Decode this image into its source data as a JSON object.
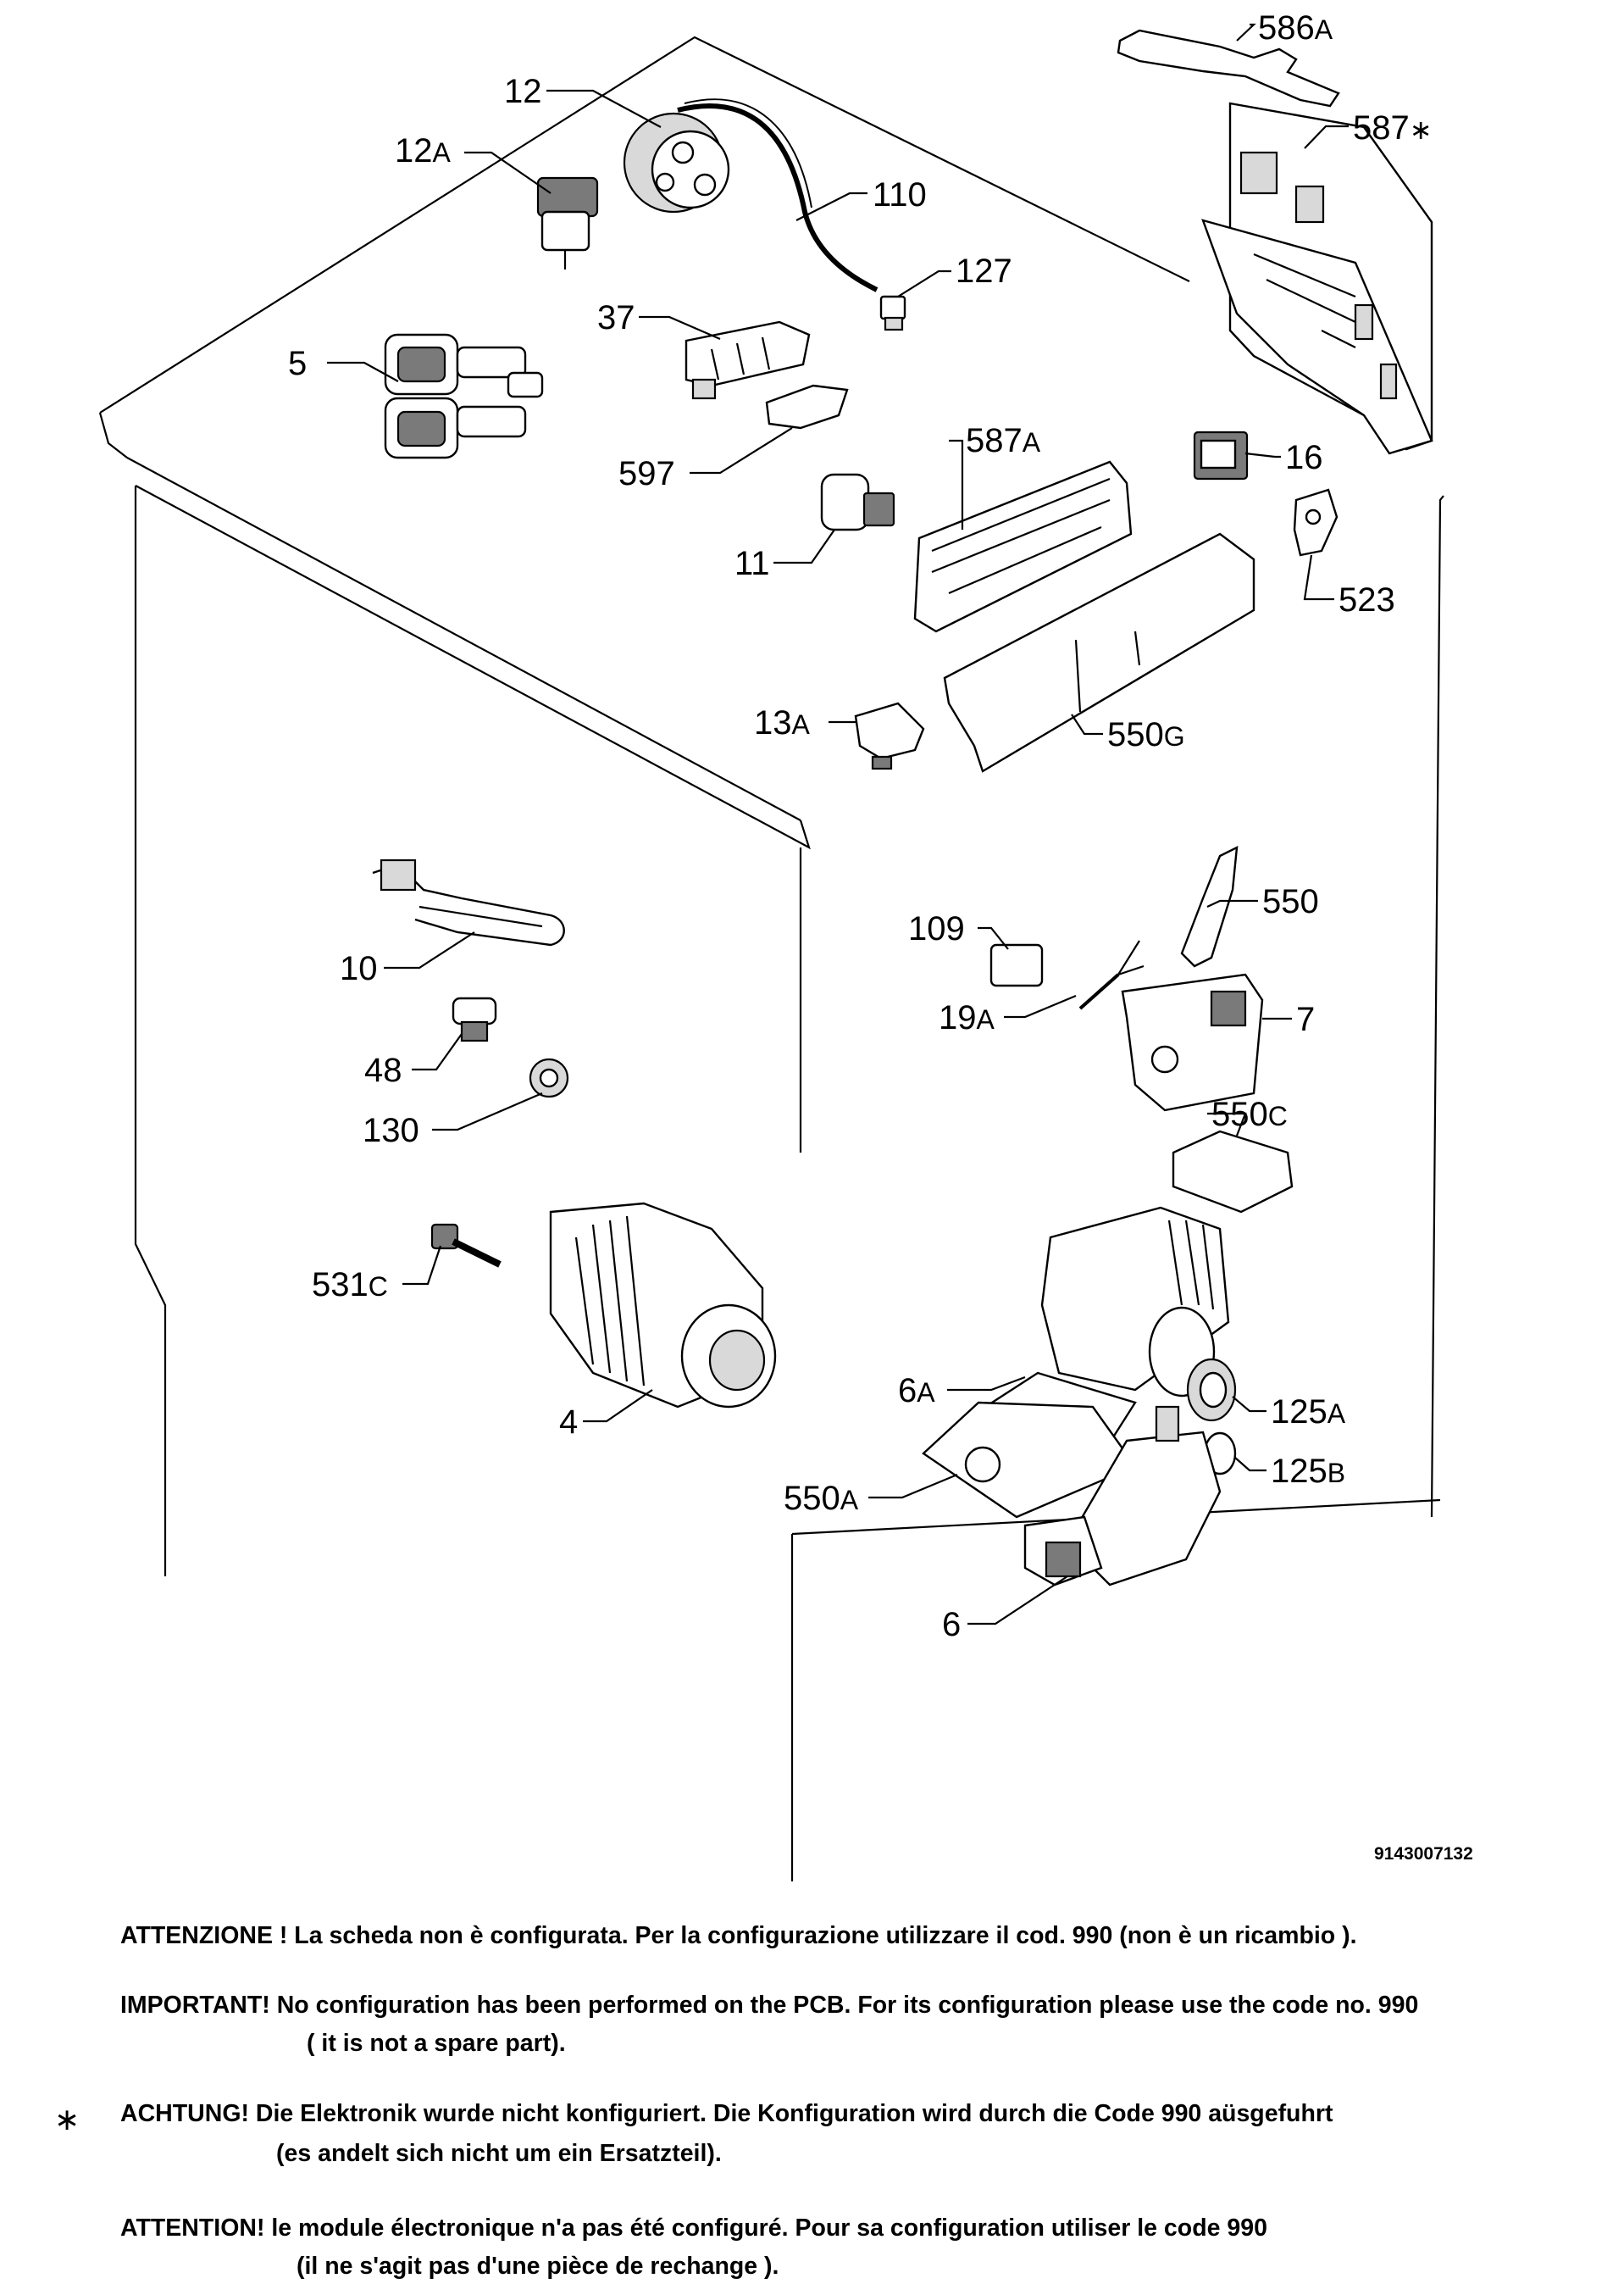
{
  "drawing_code": "9143007132",
  "star_marker": "∗",
  "labels": {
    "l586a": {
      "num": "586",
      "suf": "A"
    },
    "l587s": {
      "num": "587",
      "suf": "∗"
    },
    "l12": {
      "num": "12",
      "suf": ""
    },
    "l12a": {
      "num": "12",
      "suf": "A"
    },
    "l110": {
      "num": "110",
      "suf": ""
    },
    "l127": {
      "num": "127",
      "suf": ""
    },
    "l37": {
      "num": "37",
      "suf": ""
    },
    "l5": {
      "num": "5",
      "suf": ""
    },
    "l597": {
      "num": "597",
      "suf": ""
    },
    "l587a": {
      "num": "587",
      "suf": "A"
    },
    "l16": {
      "num": "16",
      "suf": ""
    },
    "l11": {
      "num": "11",
      "suf": ""
    },
    "l523": {
      "num": "523",
      "suf": ""
    },
    "l13a": {
      "num": "13",
      "suf": "A"
    },
    "l550g": {
      "num": "550",
      "suf": "G"
    },
    "l550": {
      "num": "550",
      "suf": ""
    },
    "l109": {
      "num": "109",
      "suf": ""
    },
    "l10": {
      "num": "10",
      "suf": ""
    },
    "l19a": {
      "num": "19",
      "suf": "A"
    },
    "l7": {
      "num": "7",
      "suf": ""
    },
    "l48": {
      "num": "48",
      "suf": ""
    },
    "l130": {
      "num": "130",
      "suf": ""
    },
    "l550c": {
      "num": "550",
      "suf": "C"
    },
    "l531c": {
      "num": "531",
      "suf": "C"
    },
    "l6a": {
      "num": "6",
      "suf": "A"
    },
    "l125a": {
      "num": "125",
      "suf": "A"
    },
    "l4": {
      "num": "4",
      "suf": ""
    },
    "l125b": {
      "num": "125",
      "suf": "B"
    },
    "l550a": {
      "num": "550",
      "suf": "A"
    },
    "l6": {
      "num": "6",
      "suf": ""
    }
  },
  "notes": {
    "it": "ATTENZIONE ! La scheda non è  configurata. Per la configurazione utilizzare il cod. 990 (non è un ricambio ).",
    "en_1": "IMPORTANT! No configuration has been performed on the PCB. For its configuration please use the code no. 990",
    "en_2": "( it is not a spare part).",
    "de_1": "ACHTUNG! Die Elektronik wurde nicht konfiguriert. Die Konfiguration wird durch die Code 990 aüsgefuhrt",
    "de_2": "(es andelt sich nicht um ein Ersatzteil).",
    "fr_1": "ATTENTION! le module électronique n'a pas été configuré. Pour  sa configuration utiliser le code 990",
    "fr_2": "(il ne s'agit pas d'une pièce de rechange )."
  }
}
